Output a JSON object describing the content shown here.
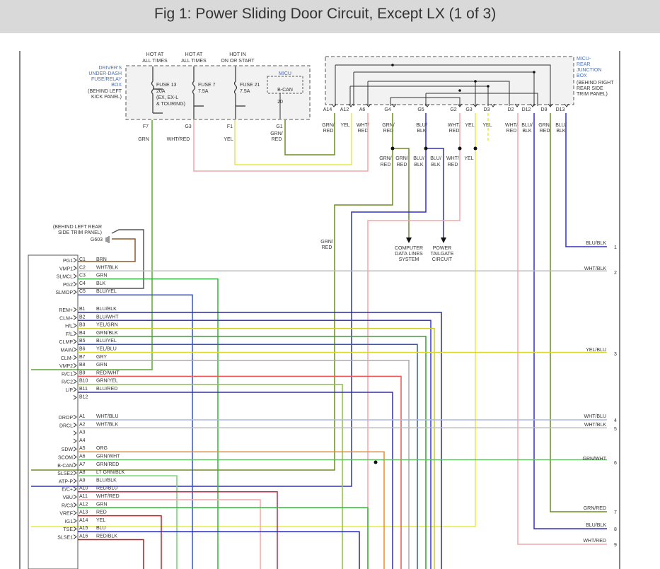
{
  "header": {
    "title": "Fig 1: Power Sliding Door Circuit, Except LX (1 of 3)"
  },
  "fuse_box": {
    "title": [
      "DRIVER'S",
      "UNDER-DASH",
      "FUSE/RELAY",
      "BOX"
    ],
    "location": [
      "(BEHIND LEFT",
      "KICK PANEL)"
    ],
    "power_labels": [
      [
        "HOT AT",
        "ALL TIMES"
      ],
      [
        "HOT AT",
        "ALL TIMES"
      ],
      [
        "HOT IN",
        "ON OR START"
      ]
    ],
    "fuses": [
      {
        "lines": [
          "FUSE 13",
          "20A",
          "(EX, EX-L",
          "& TOURING)"
        ]
      },
      {
        "lines": [
          "FUSE 7",
          "7.5A"
        ]
      },
      {
        "lines": [
          "FUSE 21",
          "7.5A"
        ]
      }
    ],
    "micu_label": "MICU",
    "bcan_label": "B-CAN",
    "bcan_pin": "20",
    "terminals": [
      "F7",
      "G3",
      "F1",
      "G1"
    ],
    "wire_colors": [
      "GRN",
      "WHT/RED",
      "YEL",
      [
        "GRN/",
        "RED"
      ]
    ]
  },
  "junction_box": {
    "title": [
      "MICU-",
      "REAR",
      "JUNCTION",
      "BOX"
    ],
    "location": [
      "(BEHIND RIGHT",
      "REAR SIDE",
      "TRIM PANEL)"
    ],
    "terminals": [
      "A14",
      "A12",
      "A6",
      "G4",
      "G5",
      "G2",
      "G3",
      "D3",
      "D2",
      "D12",
      "D9",
      "D13"
    ],
    "wire_colors": [
      [
        "GRN/",
        "RED"
      ],
      [
        "YEL"
      ],
      [
        "WHT/",
        "RED"
      ],
      [
        "GRN/",
        "RED"
      ],
      [
        "BLU/",
        "BLK"
      ],
      [
        "WHT/",
        "RED"
      ],
      [
        "YEL"
      ],
      [
        "YEL"
      ],
      [
        "WHT/",
        "RED"
      ],
      [
        "BLU/",
        "BLK"
      ],
      [
        "GRN/",
        "RED"
      ],
      [
        "BLU/",
        "BLK"
      ]
    ]
  },
  "splice_labels": [
    [
      "GRN/",
      "RED"
    ],
    [
      "GRN/",
      "RED"
    ],
    [
      "BLU/",
      "BLK"
    ],
    [
      "BLU/",
      "BLK"
    ],
    [
      "WHT/",
      "RED"
    ],
    [
      "YEL"
    ]
  ],
  "ground": {
    "location": [
      "(BEHIND LEFT REAR",
      "SIDE TRIM PANEL)"
    ],
    "name": "G603"
  },
  "destinations": [
    [
      "COMPUTER",
      "DATA LINES",
      "SYSTEM"
    ],
    [
      "POWER",
      "TAILGATE",
      "CIRCUIT"
    ]
  ],
  "left_grn_red": [
    "GRN/",
    "RED"
  ],
  "control_unit": {
    "pins": [
      {
        "name": "PG1",
        "pin": "C1",
        "wire": "BRN"
      },
      {
        "name": "VMP1",
        "pin": "C2",
        "wire": "WHT/BLK"
      },
      {
        "name": "SLMCL",
        "pin": "C3",
        "wire": "GRN"
      },
      {
        "name": "PG2",
        "pin": "C4",
        "wire": "BLK"
      },
      {
        "name": "SLMOP",
        "pin": "C5",
        "wire": "BLU/YEL"
      },
      {
        "name": "REM+",
        "pin": "B1",
        "wire": "BLU/BLK"
      },
      {
        "name": "CLM+",
        "pin": "B2",
        "wire": "BLU/WHT"
      },
      {
        "name": "H/L",
        "pin": "B3",
        "wire": "YEL/GRN"
      },
      {
        "name": "F/L",
        "pin": "B4",
        "wire": "GRN/BLK"
      },
      {
        "name": "CLMP",
        "pin": "B5",
        "wire": "BLU/YEL"
      },
      {
        "name": "MAIN",
        "pin": "B6",
        "wire": "YEL/BLU"
      },
      {
        "name": "CLM-",
        "pin": "B7",
        "wire": "GRY"
      },
      {
        "name": "VMP2",
        "pin": "B8",
        "wire": "GRN"
      },
      {
        "name": "R/C1",
        "pin": "B9",
        "wire": "RED/WHT"
      },
      {
        "name": "R/C2",
        "pin": "B10",
        "wire": "GRN/YEL"
      },
      {
        "name": "L/P",
        "pin": "B11",
        "wire": "BLU/RED"
      },
      {
        "name": "",
        "pin": "B12",
        "wire": ""
      },
      {
        "name": "DROP",
        "pin": "A1",
        "wire": "WHT/BLU"
      },
      {
        "name": "DRCL",
        "pin": "A2",
        "wire": "WHT/BLK"
      },
      {
        "name": "",
        "pin": "A3",
        "wire": ""
      },
      {
        "name": "",
        "pin": "A4",
        "wire": ""
      },
      {
        "name": "SDW",
        "pin": "A5",
        "wire": "ORG"
      },
      {
        "name": "SCOM",
        "pin": "A6",
        "wire": "GRN/WHT"
      },
      {
        "name": "B-CAN",
        "pin": "A7",
        "wire": "GRN/RED"
      },
      {
        "name": "SLSE2",
        "pin": "A8",
        "wire": "LT GRN/BLK"
      },
      {
        "name": "ATP-P",
        "pin": "A9",
        "wire": "BLU/BLK"
      },
      {
        "name": "E/C+",
        "pin": "A10",
        "wire": "RED/BLU"
      },
      {
        "name": "VBU",
        "pin": "A11",
        "wire": "WHT/RED"
      },
      {
        "name": "R/C3",
        "pin": "A12",
        "wire": "GRN"
      },
      {
        "name": "VREF",
        "pin": "A13",
        "wire": "RED"
      },
      {
        "name": "IG1",
        "pin": "A14",
        "wire": "YEL"
      },
      {
        "name": "TSE",
        "pin": "A15",
        "wire": "BLU"
      },
      {
        "name": "SLSE1",
        "pin": "A16",
        "wire": "RED/BLK"
      }
    ]
  },
  "right_outputs": [
    {
      "wire": "BLU/BLK",
      "num": "1"
    },
    {
      "wire": "WHT/BLK",
      "num": "2"
    },
    {
      "wire": "YEL/BLU",
      "num": "3"
    },
    {
      "wire": "WHT/BLU",
      "num": "4"
    },
    {
      "wire": "WHT/BLK",
      "num": "5"
    },
    {
      "wire": "GRN/WHT",
      "num": "6"
    },
    {
      "wire": "GRN/RED",
      "num": "7"
    },
    {
      "wire": "BLU/BLK",
      "num": "8"
    },
    {
      "wire": "WHT/RED",
      "num": "9"
    }
  ]
}
